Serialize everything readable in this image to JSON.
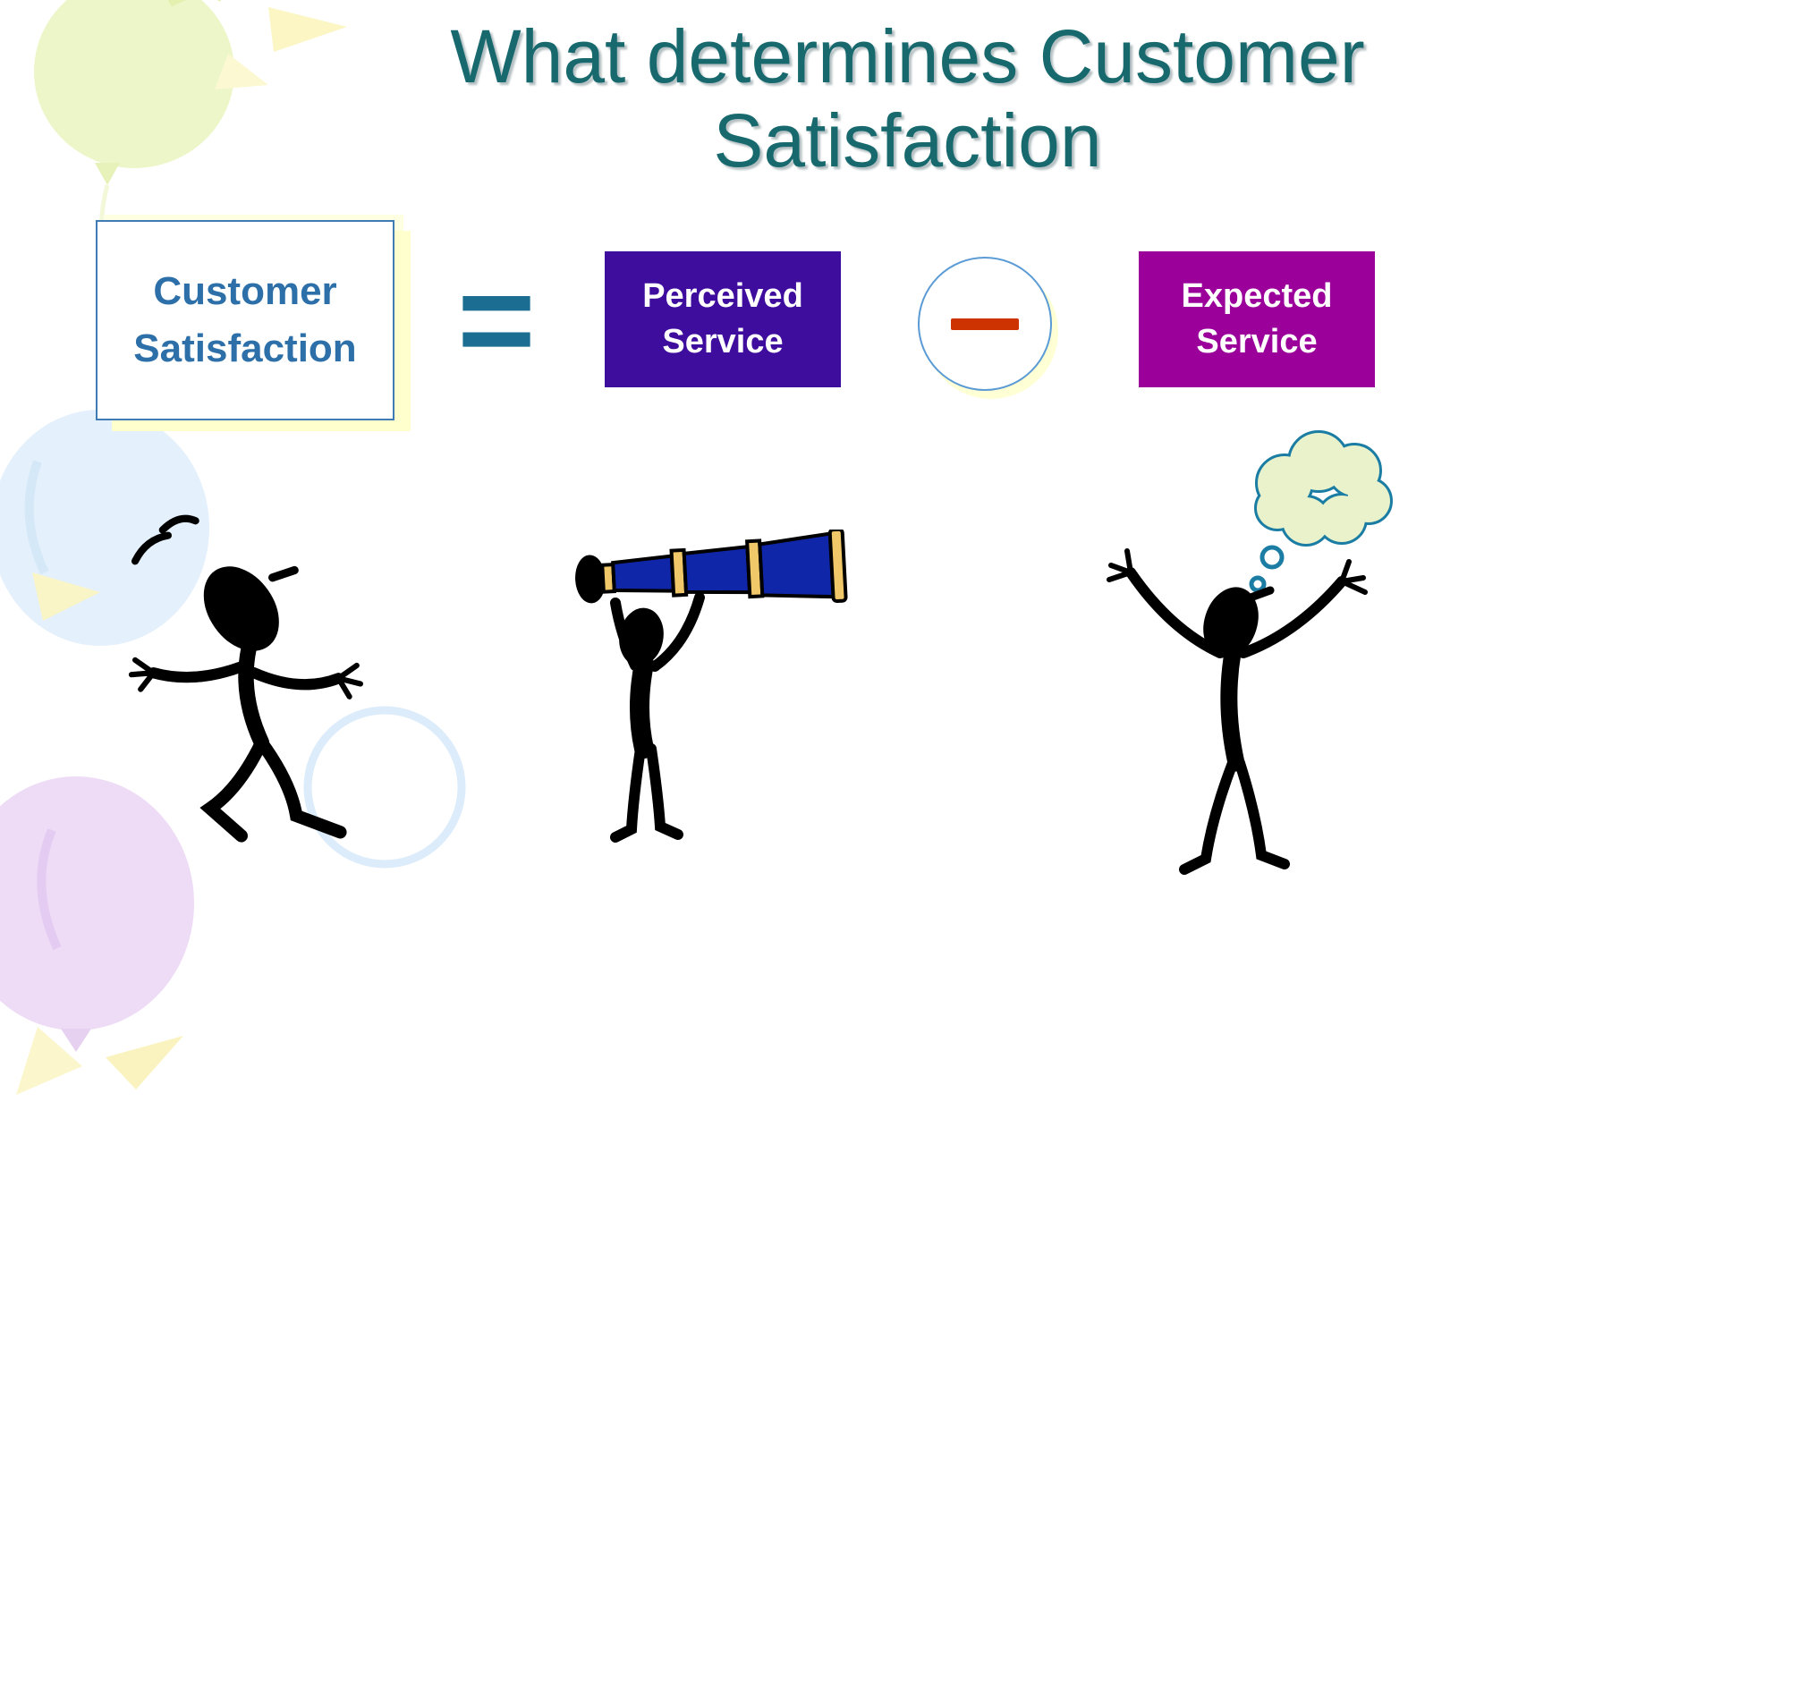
{
  "slide": {
    "title": {
      "line1": "What determines Customer",
      "line2": "Satisfaction"
    },
    "equation": {
      "customer_satisfaction": {
        "line1": "Customer",
        "line2": "Satisfaction"
      },
      "equals_sign": "=",
      "perceived_service": {
        "line1": "Perceived",
        "line2": "Service"
      },
      "minus_sign": "−",
      "expected_service": {
        "line1": "Expected",
        "line2": "Service"
      }
    },
    "illustrations": {
      "left": "excited-stick-figure",
      "middle": "telescope-stick-figure",
      "right": "thinking-stick-figure-with-thought-bubble",
      "background": [
        "green-balloon",
        "blue-balloon",
        "purple-balloon",
        "yellow-streaks"
      ]
    },
    "colors": {
      "title_text": "#17696e",
      "customer_text": "#2d6fa8",
      "customer_border": "#3f7cb6",
      "perceived_bg": "#3e0d9e",
      "expected_bg": "#9b009b",
      "service_text": "#ffffff",
      "equals": "#1b6e91",
      "minus": "#cc3300",
      "highlight_shadow": "#ffffcd",
      "thought_bubble_fill": "#e9f2cb",
      "thought_bubble_stroke": "#1b7da3",
      "telescope_blue": "#1026a8",
      "telescope_gold": "#f0c869"
    }
  }
}
